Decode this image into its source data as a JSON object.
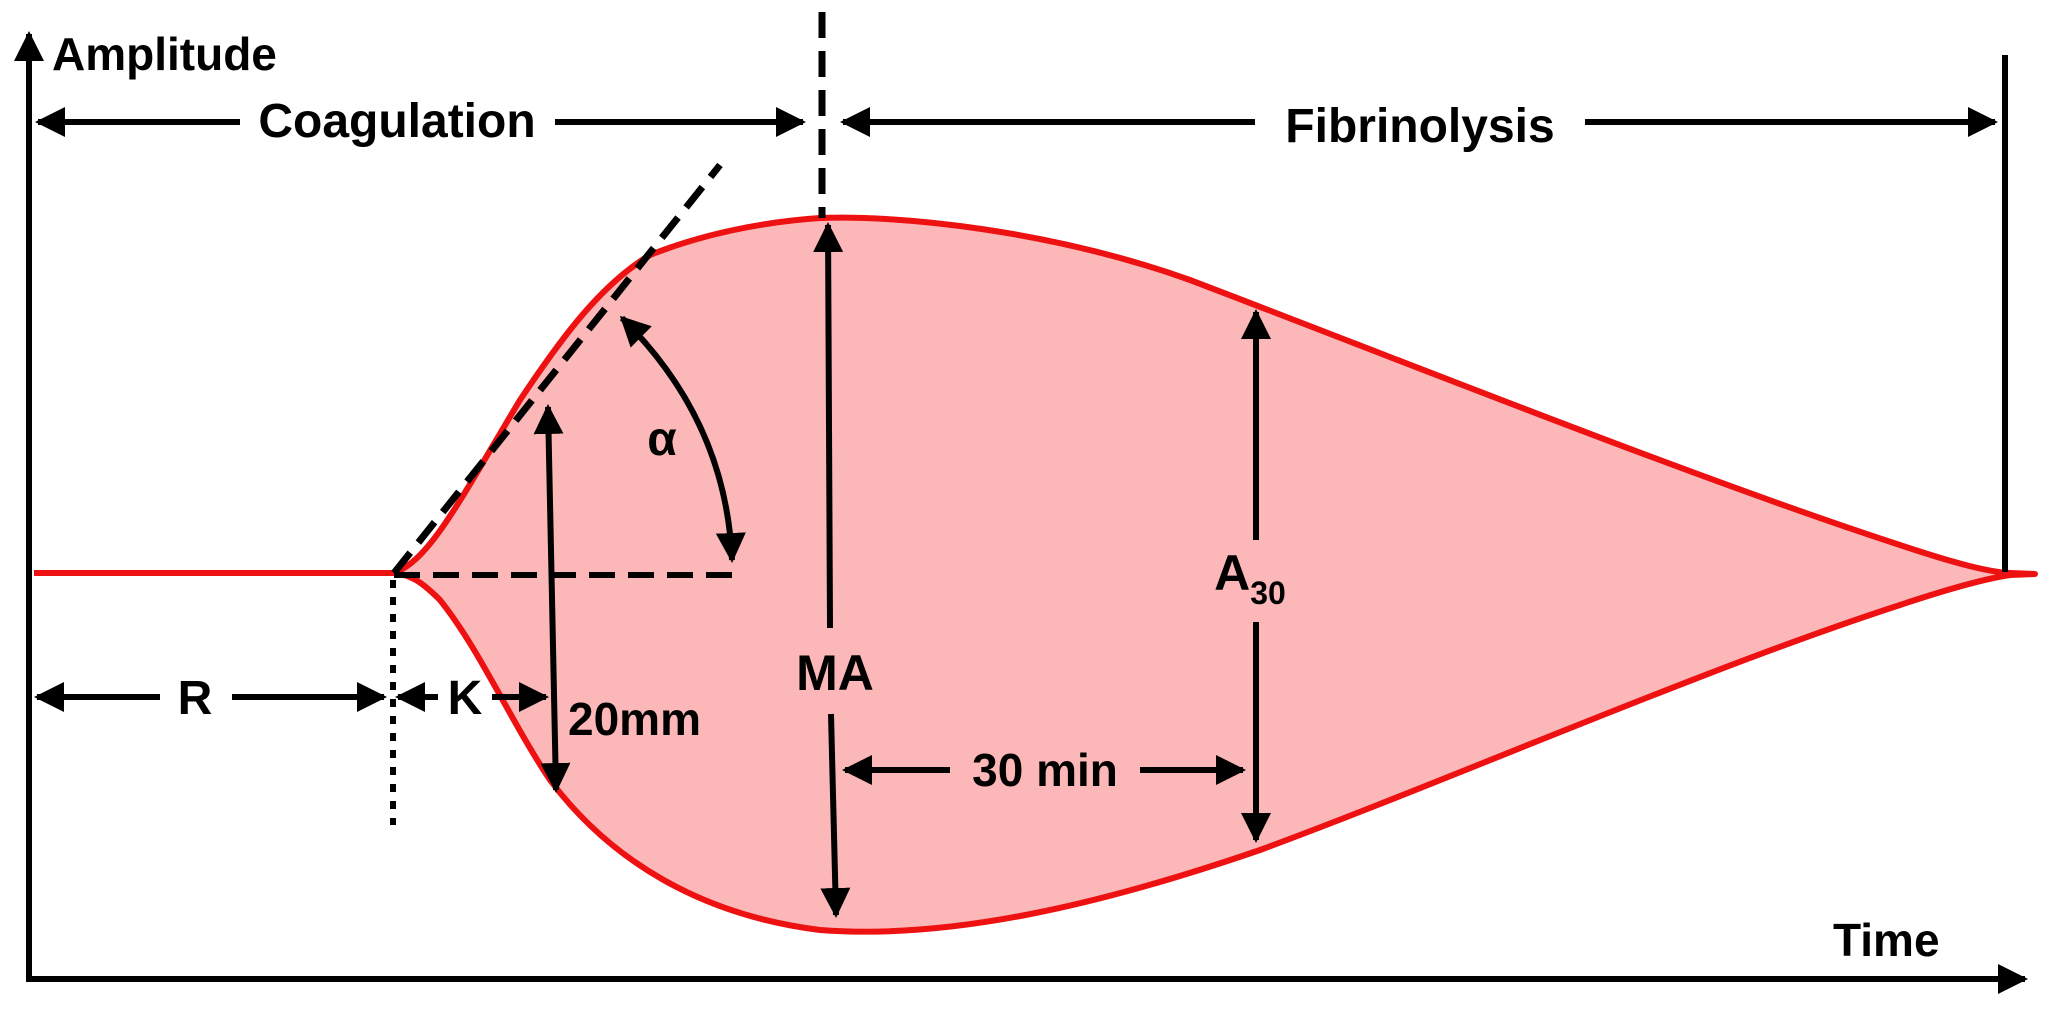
{
  "labels": {
    "y_axis": "Amplitude",
    "x_axis": "Time",
    "coagulation": "Coagulation",
    "fibrinolysis": "Fibrinolysis",
    "alpha": "α",
    "r": "R",
    "k": "K",
    "twenty_mm": "20mm",
    "ma": "MA",
    "a30_main": "A",
    "a30_sub": "30",
    "thirty_min": "30 min"
  },
  "colors": {
    "curve": "#ee1111",
    "fill": "#fcb8b8",
    "ink": "#000000"
  }
}
